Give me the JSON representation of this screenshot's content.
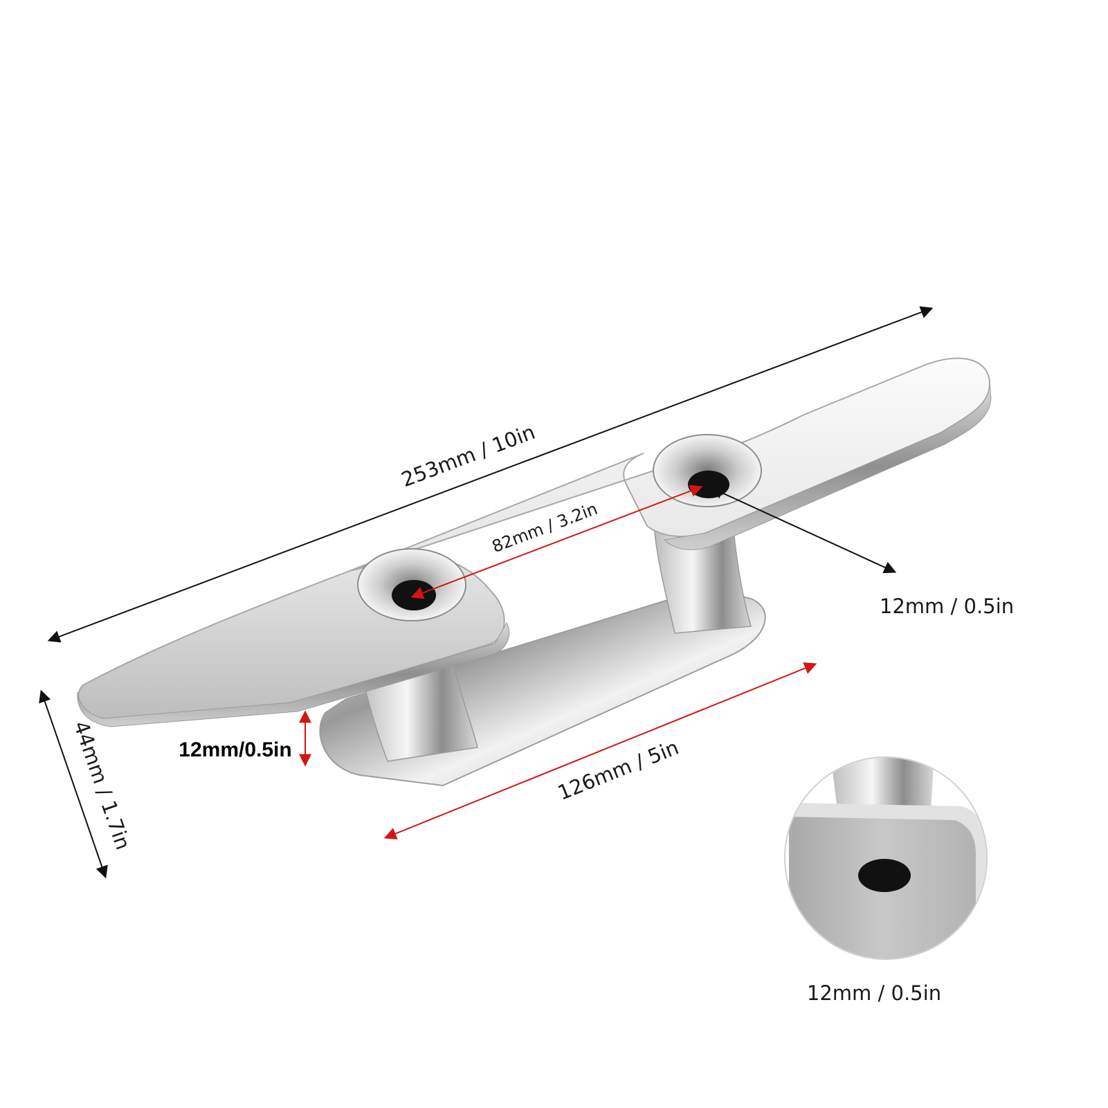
{
  "product": {
    "name": "boat-dock-cleat"
  },
  "dimensions": {
    "overall_length": "253mm / 10in",
    "hole_spacing": "82mm / 3.2in",
    "hole_diameter_top": "12mm / 0.5in",
    "base_length": "126mm / 5in",
    "base_thickness": "12mm/0.5in",
    "height": "44mm / 1.7in",
    "hole_diameter_bottom": "12mm / 0.5in"
  },
  "colors": {
    "arrow_black": "#111111",
    "arrow_red": "#d41515",
    "metal_light": "#f4f4f4",
    "metal_mid": "#c9c9c9",
    "metal_dark": "#8a8a8a",
    "hole_dark": "#111111",
    "inset_border": "#cfcfcf",
    "inset_brushed": "#bdbdbd"
  }
}
